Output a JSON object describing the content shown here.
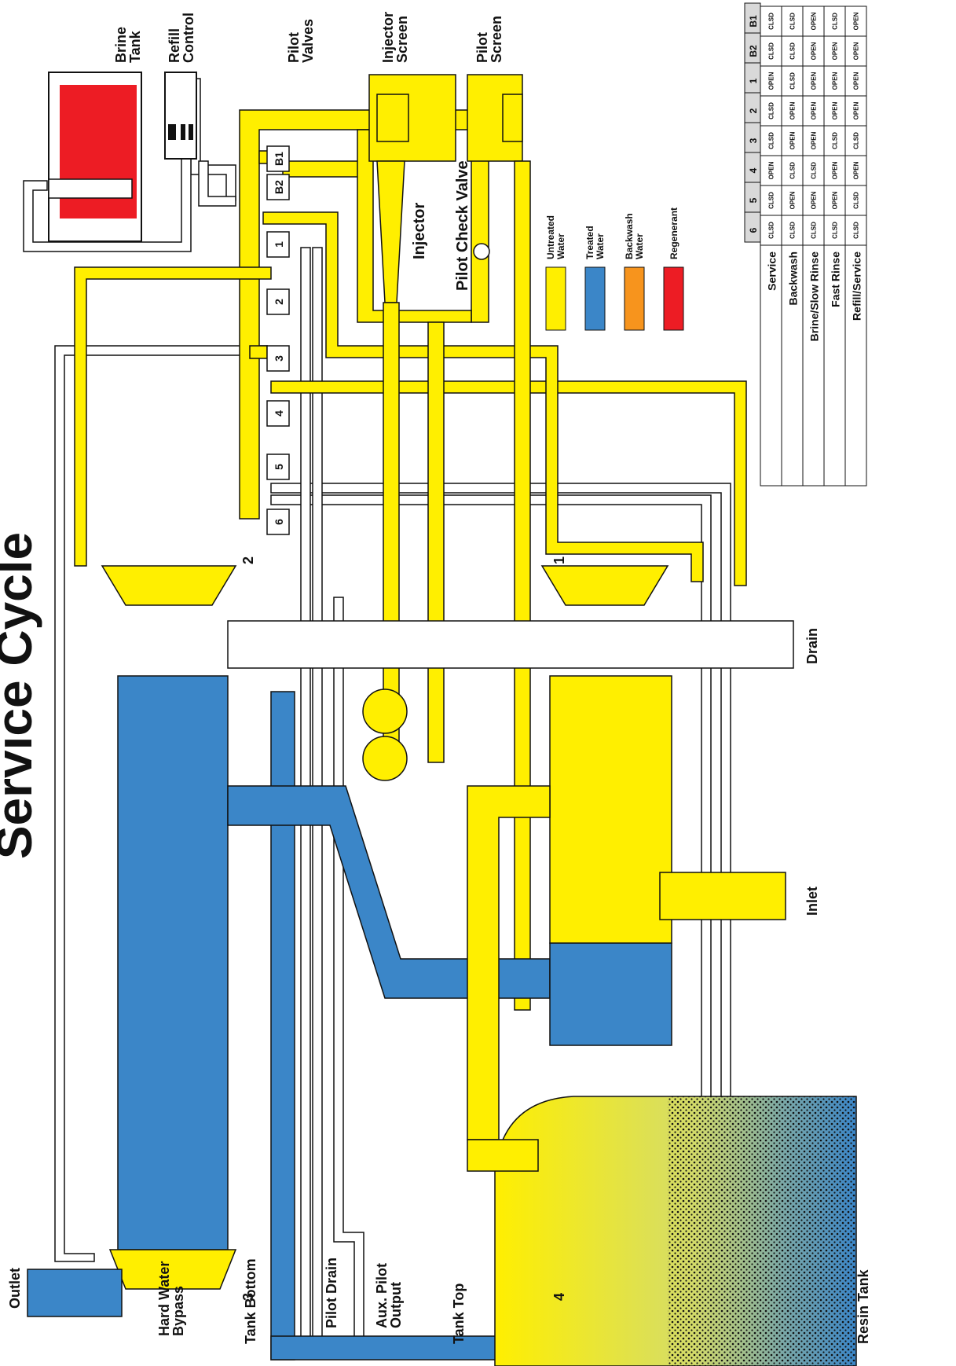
{
  "title": "Service Cycle",
  "colors": {
    "untreated": "#ffef00",
    "treated": "#3b86c8",
    "backwash": "#f7941d",
    "regenerant": "#ed1c24",
    "white": "#ffffff",
    "line": "#111111"
  },
  "labels": {
    "brine_tank": [
      "Brine",
      "Tank"
    ],
    "refill_control": [
      "Refill",
      "Control"
    ],
    "pilot_valves": [
      "Pilot",
      "Valves"
    ],
    "injector_screen": [
      "Injector",
      "Screen"
    ],
    "pilot_screen": [
      "Pilot",
      "Screen"
    ],
    "injector": "Injector",
    "pilot_check_valve": "Pilot Check Valve",
    "outlet": "Outlet",
    "hard_water_bypass": [
      "Hard Water",
      "Bypass"
    ],
    "tank_bottom": "Tank Bottom",
    "tank_top": "Tank Top",
    "pilot_drain": "Pilot Drain",
    "aux_pilot_output": [
      "Aux. Pilot",
      "Output"
    ],
    "inlet": "Inlet",
    "drain": "Drain",
    "resin_tank": "Resin Tank",
    "valve_nums": {
      "v1": "1",
      "v2": "2",
      "v3": "3",
      "v4": "4"
    }
  },
  "pilot_valve_labels": [
    "1",
    "2",
    "3",
    "4",
    "5",
    "6",
    "B1",
    "B2"
  ],
  "legend": [
    {
      "label": [
        "Untreated",
        "Water"
      ],
      "color": "#ffef00"
    },
    {
      "label": [
        "Treated",
        "Water"
      ],
      "color": "#3b86c8"
    },
    {
      "label": [
        "Backwash",
        "Water"
      ],
      "color": "#f7941d"
    },
    {
      "label": [
        "Regenerant"
      ],
      "color": "#ed1c24"
    }
  ],
  "table": {
    "columns": [
      "6",
      "5",
      "4",
      "3",
      "2",
      "1",
      "B2",
      "B1"
    ],
    "rows": [
      {
        "cycle": "Service",
        "states": [
          "CLSD",
          "CLSD",
          "OPEN",
          "CLSD",
          "CLSD",
          "OPEN",
          "CLSD",
          "CLSD"
        ]
      },
      {
        "cycle": "Backwash",
        "states": [
          "CLSD",
          "OPEN",
          "CLSD",
          "OPEN",
          "OPEN",
          "CLSD",
          "CLSD",
          "CLSD"
        ]
      },
      {
        "cycle": "Brine/Slow Rinse",
        "states": [
          "CLSD",
          "OPEN",
          "CLSD",
          "OPEN",
          "OPEN",
          "OPEN",
          "OPEN",
          "OPEN"
        ]
      },
      {
        "cycle": "Fast Rinse",
        "states": [
          "CLSD",
          "OPEN",
          "OPEN",
          "CLSD",
          "OPEN",
          "OPEN",
          "OPEN",
          "CLSD"
        ]
      },
      {
        "cycle": "Refill/Service",
        "states": [
          "CLSD",
          "CLSD",
          "OPEN",
          "CLSD",
          "OPEN",
          "OPEN",
          "OPEN",
          "OPEN"
        ]
      }
    ]
  }
}
